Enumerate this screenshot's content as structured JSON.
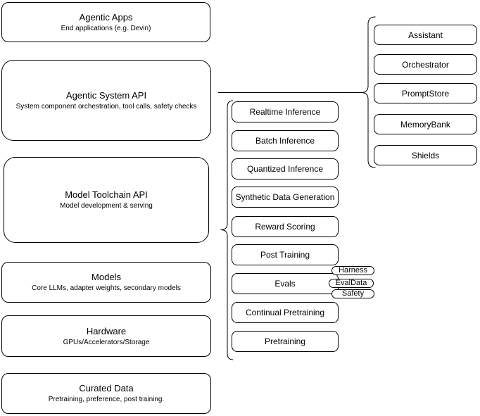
{
  "colors": {
    "stroke": "#000000",
    "fill": "#ffffff",
    "background": "#ffffff"
  },
  "left_column": [
    {
      "title": "Agentic Apps",
      "subtitle": "End applications (e.g. Devin)"
    },
    {
      "title": "Agentic System API",
      "subtitle": "System component orchestration, tool calls, safety checks"
    },
    {
      "title": "Model Toolchain API",
      "subtitle": "Model development & serving"
    },
    {
      "title": "Models",
      "subtitle": "Core LLMs, adapter weights, secondary models"
    },
    {
      "title": "Hardware",
      "subtitle": "GPUs/Accelerators/Storage"
    },
    {
      "title": "Curated Data",
      "subtitle": "Pretraining, preference, post training."
    }
  ],
  "middle_column": [
    "Realtime Inference",
    "Batch Inference",
    "Quantized Inference",
    "Synthetic Data Generation",
    "Reward Scoring",
    "Post Training",
    "Evals",
    "Continual Pretraining",
    "Pretraining"
  ],
  "evals_pills": [
    "Harness",
    "EvalData",
    "Safety"
  ],
  "right_column": [
    "Assistant",
    "Orchestrator",
    "PromptStore",
    "MemoryBank",
    "Shields"
  ]
}
